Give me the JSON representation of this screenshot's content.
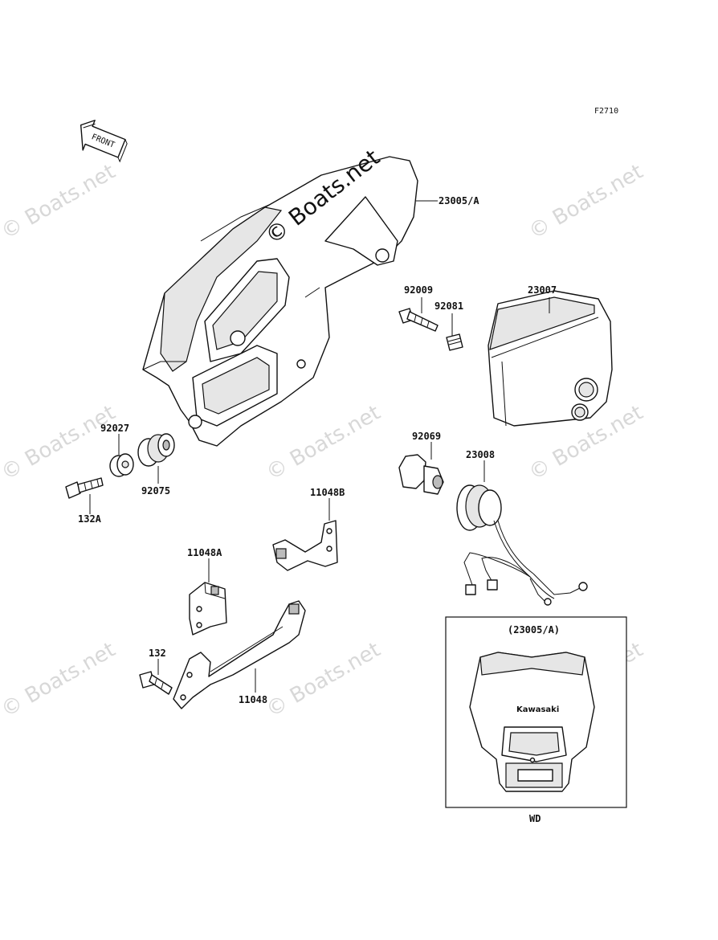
{
  "figure_code": "F2710",
  "front_arrow_text": "FRONT",
  "watermark_text": "© Boats.net",
  "inset": {
    "title": "(23005/A)",
    "variant_label": "WD",
    "brand_text": "Kawasaki"
  },
  "parts": [
    {
      "number": "23005/A"
    },
    {
      "number": "23007"
    },
    {
      "number": "92009"
    },
    {
      "number": "92081"
    },
    {
      "number": "92027"
    },
    {
      "number": "92075"
    },
    {
      "number": "132A"
    },
    {
      "number": "92069"
    },
    {
      "number": "23008"
    },
    {
      "number": "11048B"
    },
    {
      "number": "11048A"
    },
    {
      "number": "132"
    },
    {
      "number": "11048"
    }
  ]
}
